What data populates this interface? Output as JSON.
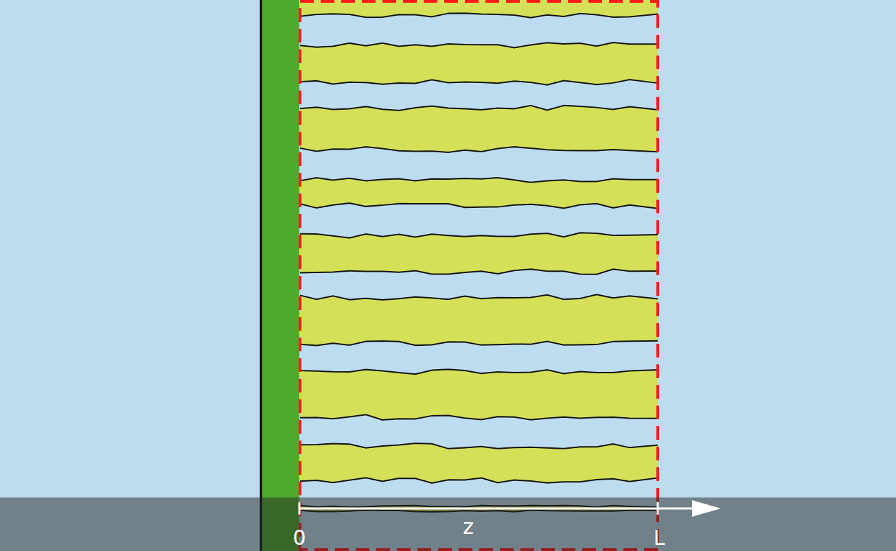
{
  "diagram": {
    "labels": [
      "0",
      "z",
      "L"
    ]
  }
}
